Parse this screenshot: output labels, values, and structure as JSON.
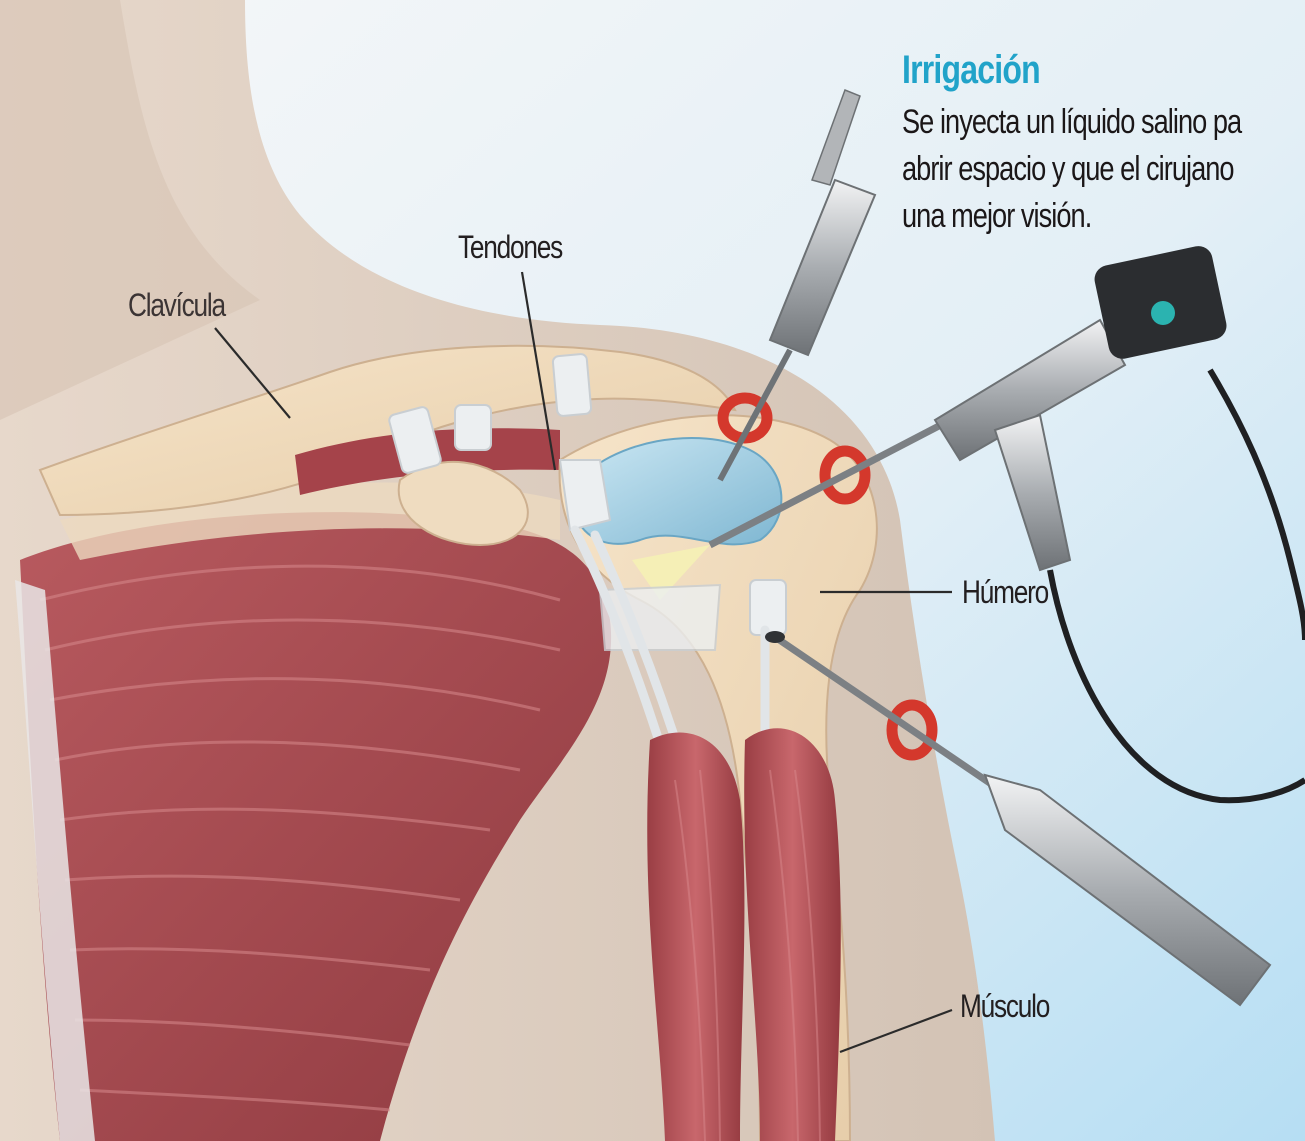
{
  "labels": {
    "clavicula": "Clavícula",
    "tendones": "Tendones",
    "humero": "Húmero",
    "musculo": "Músculo"
  },
  "irrigation": {
    "title": "Irrigación",
    "lines": [
      "Se inyecta un líquido salino pa",
      "abrir espacio y que el cirujano",
      "una mejor visión."
    ]
  },
  "colors": {
    "background_top": "#f4f6f8",
    "background_bottom": "#bfe3f5",
    "skin": "#dfd0c2",
    "bone": "#f1dcbf",
    "muscle": "#a9444a",
    "tendon": "#e8ebee",
    "bursa": "#9fd0e6",
    "port_ring": "#d2352b",
    "instrument": "#b9bcbf",
    "accent_title": "#21a3c9"
  }
}
